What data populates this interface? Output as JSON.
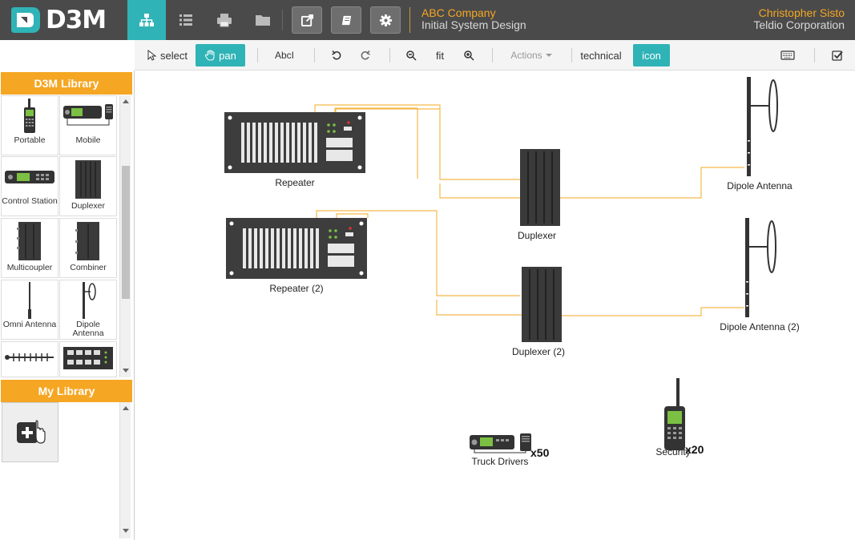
{
  "header": {
    "logo_text": "D3M",
    "project_company": "ABC Company",
    "project_name": "Initial System Design",
    "user_name": "Christopher Sisto",
    "user_org": "Teldio Corporation"
  },
  "toolbar": {
    "select_label": "select",
    "pan_label": "pan",
    "text_label": "AbcI",
    "fit_label": "fit",
    "actions_label": "Actions",
    "technical_label": "technical",
    "icon_label": "icon"
  },
  "library": {
    "title": "D3M Library",
    "items": [
      {
        "label": "Portable"
      },
      {
        "label": "Mobile"
      },
      {
        "label": "Control Station"
      },
      {
        "label": "Duplexer"
      },
      {
        "label": "Multicoupler"
      },
      {
        "label": "Combiner"
      },
      {
        "label": "Omni Antenna"
      },
      {
        "label": "Dipole Antenna"
      },
      {
        "label": ""
      },
      {
        "label": ""
      }
    ]
  },
  "my_library": {
    "title": "My Library"
  },
  "diagram": {
    "nodes": [
      {
        "label": "Repeater"
      },
      {
        "label": "Repeater (2)"
      },
      {
        "label": "Duplexer"
      },
      {
        "label": "Duplexer (2)"
      },
      {
        "label": "Dipole Antenna"
      },
      {
        "label": "Dipole Antenna (2)"
      },
      {
        "label": "Truck Drivers",
        "count": "x50"
      },
      {
        "label": "Security",
        "count": "x20"
      }
    ]
  },
  "colors": {
    "accent": "#2fb3b6",
    "orange": "#f5a623",
    "topbar": "#4a4a4a",
    "wire": "#f5b94a"
  }
}
